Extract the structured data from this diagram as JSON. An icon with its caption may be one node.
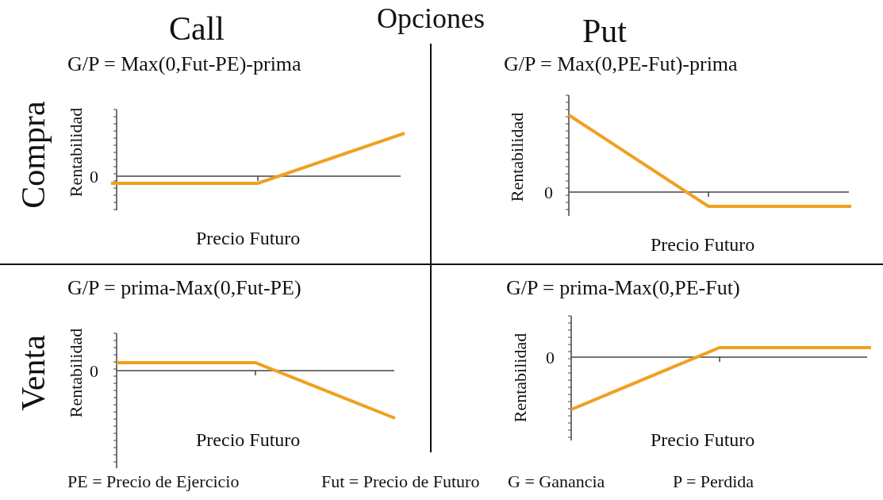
{
  "diagram": {
    "title": "Opciones",
    "labels": [
      "Call",
      "Put",
      "G/P = Max(0,Fut-PE)-prima",
      "G/P = Max(0,PE-Fut)-prima",
      "Compra",
      "Rentabilidad",
      "0",
      "Precio Futuro",
      "Rentabilidad",
      "0",
      "Precio Futuro",
      "G/P = prima-Max(0,Fut-PE)",
      "G/P = prima-Max(0,PE-Fut)",
      "Venta",
      "Rentabilidad",
      "0",
      "Precio Futuro",
      "Rentabilidad",
      "0",
      "Precio Futuro",
      "PE = Precio de Ejercicio",
      "Fut = Precio de Futuro",
      "G = Ganancia",
      "P = Perdida"
    ]
  }
}
